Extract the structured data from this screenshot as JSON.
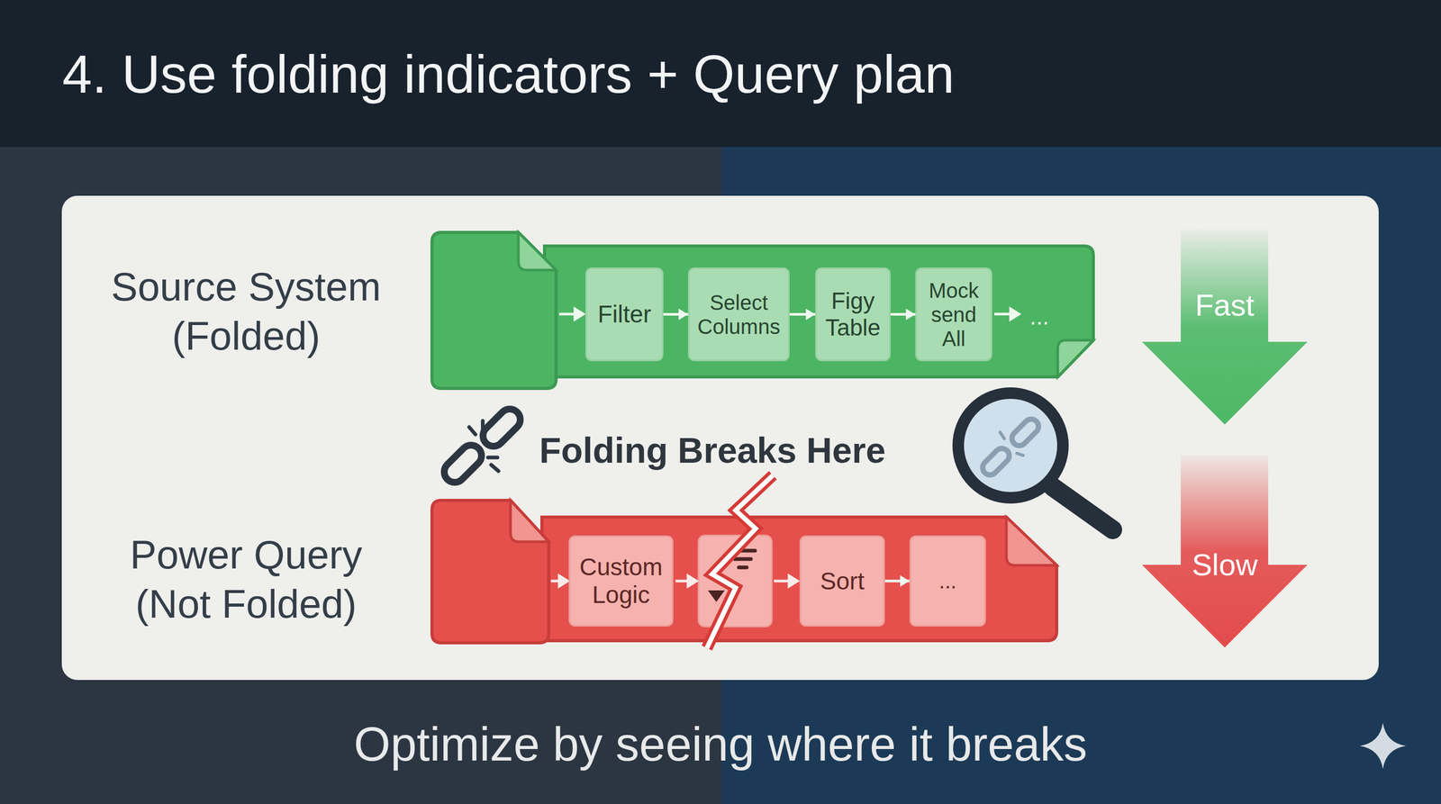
{
  "diagram": {
    "title": "4. Use folding indicators + Query plan",
    "caption": "Optimize by seeing where it breaks",
    "nodes": [
      {
        "text": [
          "Filter"
        ]
      },
      {
        "text": [
          "Select Columns"
        ]
      },
      {
        "text": [
          "Figy Table"
        ]
      },
      {
        "text": [
          "Mock send All"
        ]
      },
      {
        "text": [
          "Fast"
        ]
      },
      {
        "text": [
          "Custom Logic"
        ]
      },
      {
        "text": [
          "Sort"
        ]
      },
      {
        "text": [
          "..."
        ]
      },
      {
        "text": [
          "Slow"
        ]
      }
    ],
    "edges": [
      {
        "from": 0,
        "to": 1,
        "arrow": "to"
      },
      {
        "from": 1,
        "to": 2,
        "arrow": "to"
      },
      {
        "from": 2,
        "to": 3,
        "arrow": "to"
      },
      {
        "from": 6,
        "to": 7,
        "arrow": "to"
      }
    ],
    "labels": [
      "Source System (Folded)",
      "...",
      "Folding Breaks Here",
      "Power Query (Not Folded)"
    ]
  }
}
